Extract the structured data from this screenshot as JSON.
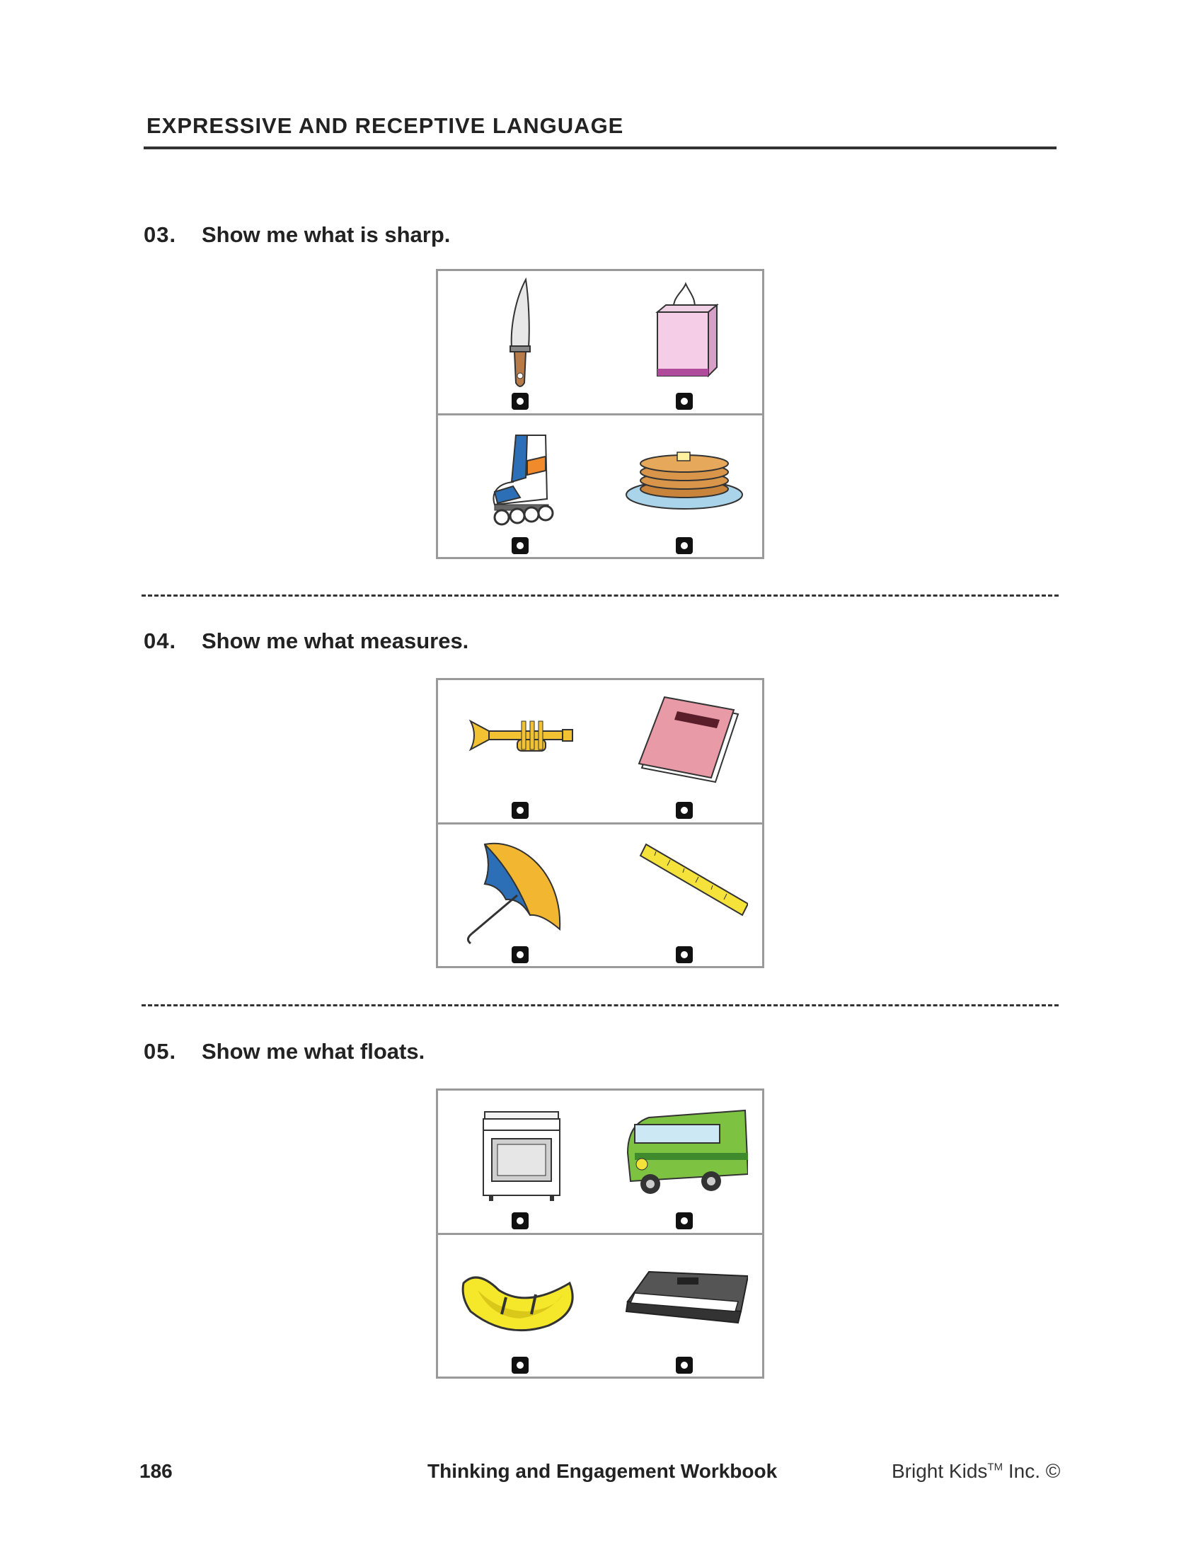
{
  "header": {
    "section_title": "EXPRESSIVE AND RECEPTIVE LANGUAGE"
  },
  "questions": [
    {
      "number": "03.",
      "prompt": "Show me what is sharp.",
      "options": [
        {
          "icon": "knife-icon"
        },
        {
          "icon": "tissue-box-icon"
        },
        {
          "icon": "roller-skate-icon"
        },
        {
          "icon": "pancakes-icon"
        }
      ]
    },
    {
      "number": "04.",
      "prompt": "Show me what measures.",
      "options": [
        {
          "icon": "trumpet-icon"
        },
        {
          "icon": "book-icon"
        },
        {
          "icon": "umbrella-icon"
        },
        {
          "icon": "ruler-icon"
        }
      ]
    },
    {
      "number": "05.",
      "prompt": "Show me what floats.",
      "options": [
        {
          "icon": "stove-icon"
        },
        {
          "icon": "van-icon"
        },
        {
          "icon": "raft-icon"
        },
        {
          "icon": "keyboard-icon"
        }
      ]
    }
  ],
  "footer": {
    "page_number": "186",
    "book_title": "Thinking and Engagement Workbook",
    "brand_name": "Bright Kids",
    "trademark": "TM",
    "brand_suffix": " Inc. ©"
  }
}
